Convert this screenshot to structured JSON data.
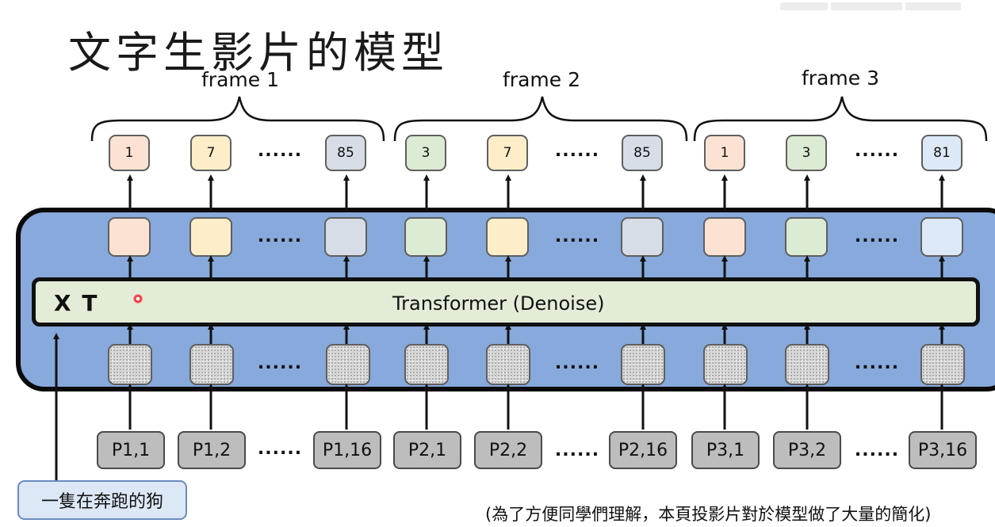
{
  "title": "文字生影片的模型",
  "frames": [
    {
      "label": "frame 1",
      "tokens": [
        "1",
        "7",
        "85"
      ]
    },
    {
      "label": "frame 2",
      "tokens": [
        "3",
        "7",
        "85"
      ]
    },
    {
      "label": "frame 3",
      "tokens": [
        "1",
        "3",
        "81"
      ]
    }
  ],
  "ellipsis": "......",
  "transformer": {
    "prefix": "X T",
    "label": "Transformer (Denoise)"
  },
  "patches": [
    "P1,1",
    "P1,2",
    "P1,16",
    "P2,1",
    "P2,2",
    "P2,16",
    "P3,1",
    "P3,2",
    "P3,16"
  ],
  "prompt": "一隻在奔跑的狗",
  "note": "(為了方便同學們理解，本頁投影片對於模型做了大量的簡化)",
  "colors": {
    "panel": "#87a9db",
    "transformer_fill": "#e3ecd7",
    "token_colors": [
      "#fbe2d3",
      "#fdeec9",
      "#d7dde6",
      "#dcebd3",
      "#fdeec9",
      "#d7dde6",
      "#fbe2d3",
      "#dcebd3",
      "#dde9f6"
    ],
    "patch_fill": "#bdbdbd",
    "prompt_fill": "#dde8f6"
  }
}
